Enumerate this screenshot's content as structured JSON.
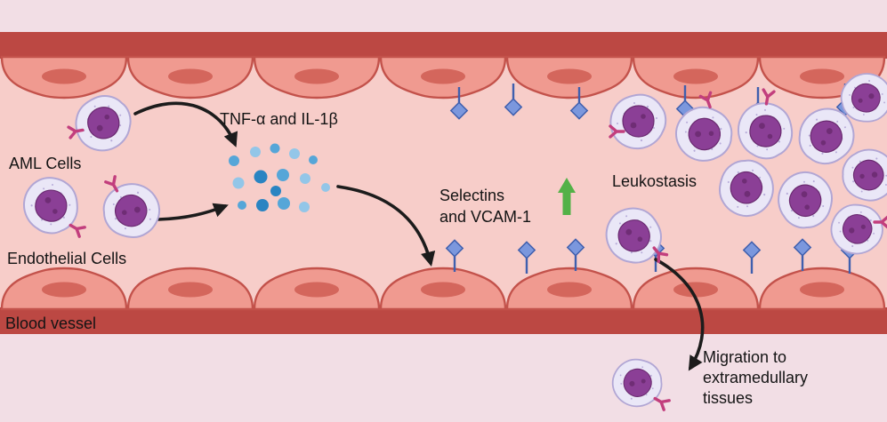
{
  "diagram": {
    "labels": {
      "tnf": "TNF-α and IL-1β",
      "aml_cells": "AML Cells",
      "endothelial_cells": "Endothelial Cells",
      "selectins_line1": "Selectins",
      "selectins_line2": "and VCAM-1",
      "leukostasis": "Leukostasis",
      "migration_line1": "Migration to",
      "migration_line2": "extramedullary",
      "migration_line3": "tissues",
      "blood_vessel": "Blood vessel"
    },
    "icons": {
      "aml_cell_icon": "purple leukemic blast cell",
      "receptor_icon": "Y-shaped surface receptor",
      "cytokine_icon": "blue cytokine dot",
      "selectin_icon": "adhesion molecule stalk with diamond head",
      "upregulation_arrow_icon": "green up arrow",
      "process_arrow_icon": "black curved arrow"
    },
    "colors": {
      "background": "#f2dee5",
      "vessel_wall": "#bc4843",
      "lumen": "#f7cdc9",
      "endothelium": "#f09a90",
      "endothelium_stroke": "#c3524b",
      "endothelium_nucleus": "#d4665c",
      "cell_body": "#eae7f7",
      "cell_body_stroke": "#b1a6d4",
      "cell_speckle": "#a191cc",
      "cell_nucleus": "#8b3f96",
      "cell_nucleus_spot": "#6a2a70",
      "receptor": "#c23e7d",
      "cytokine_light": "#93c6e8",
      "cytokine_mid": "#56a6d8",
      "cytokine_dark": "#2a84c2",
      "selectin_fill": "#7b97dd",
      "selectin_stroke": "#3f5fae",
      "arrow": "#1c1c1c",
      "up_arrow": "#53b147",
      "text": "#141414"
    }
  }
}
